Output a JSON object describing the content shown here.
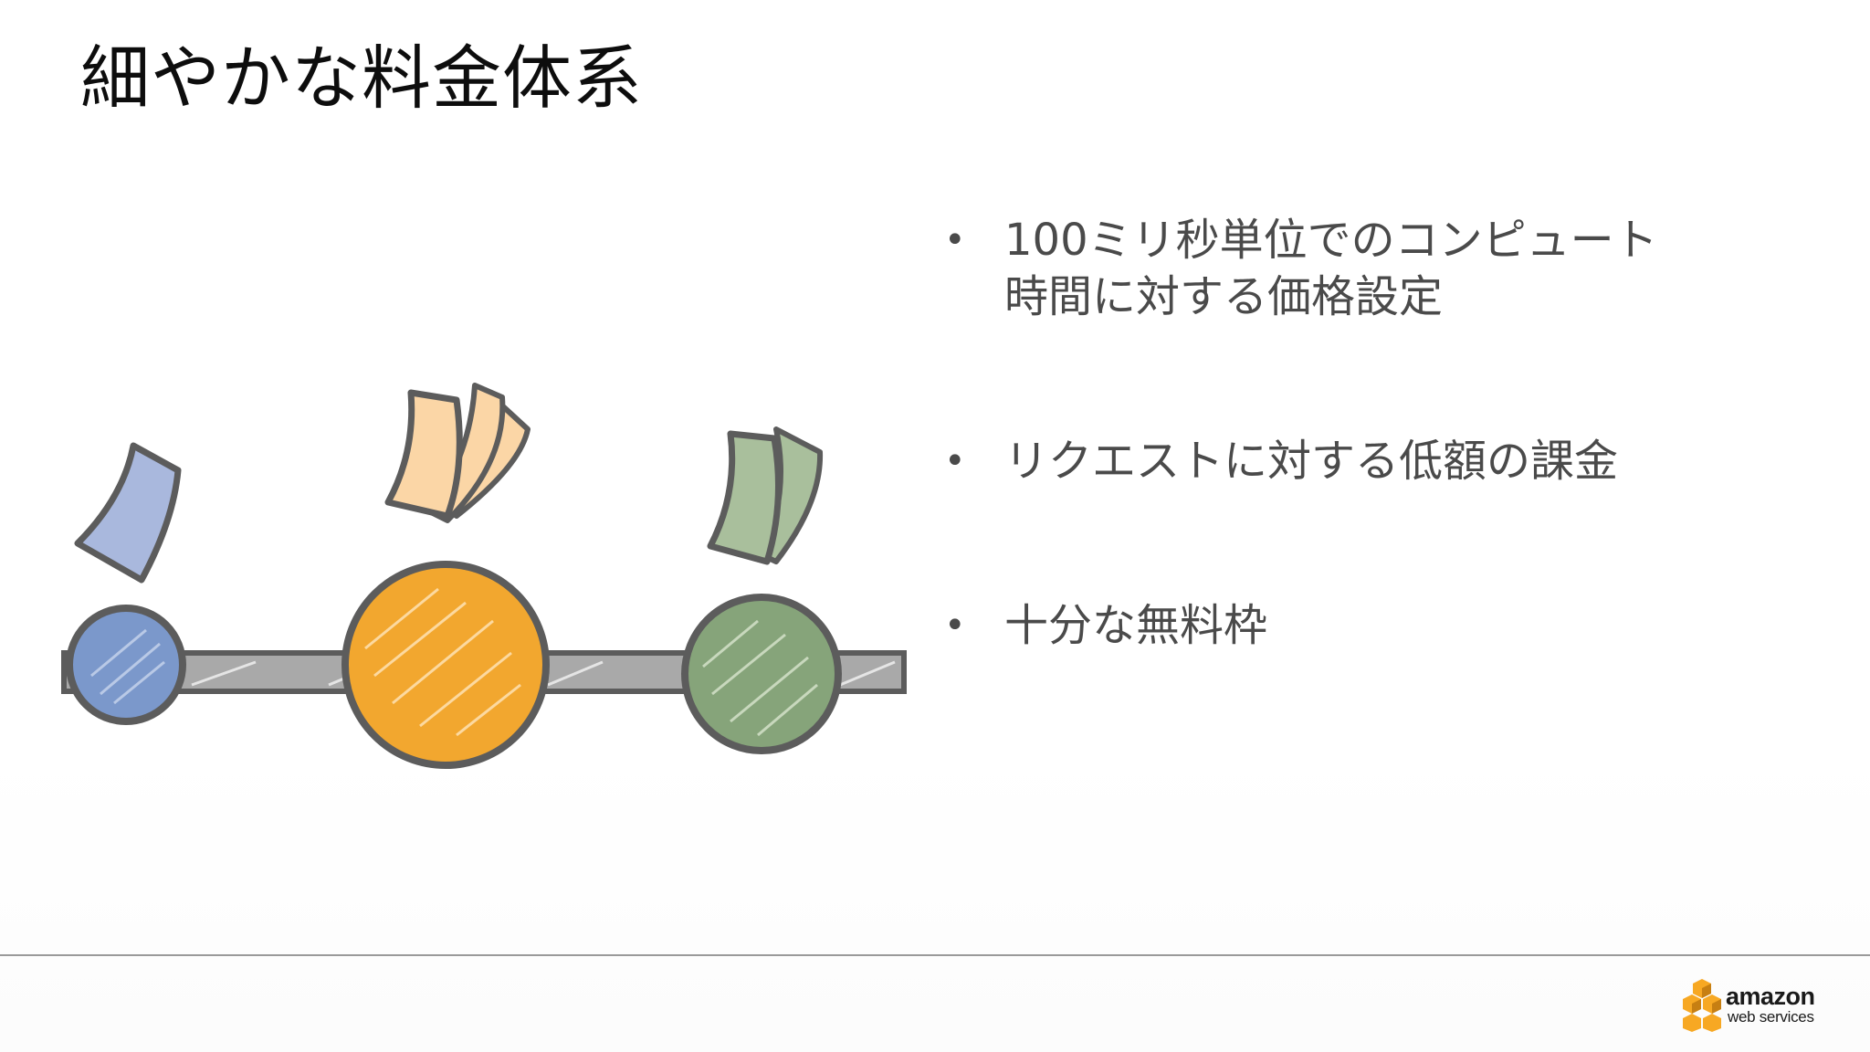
{
  "slide": {
    "title": "細やかな料金体系",
    "bullets": [
      {
        "dot": "•",
        "lines": [
          "100ミリ秒単位でのコンピュート",
          "時間に対する価格設定"
        ]
      },
      {
        "dot": "•",
        "lines": [
          "リクエストに対する低額の課金"
        ]
      },
      {
        "dot": "•",
        "lines": [
          "十分な無料枠"
        ]
      }
    ]
  },
  "illustration": {
    "colors": {
      "outline": "#5c5c5c",
      "bar": "#a9a9a9",
      "blue": "#7b98cb",
      "blue_light": "#a9b8dd",
      "orange": "#f2a72f",
      "orange_light": "#fbd6a6",
      "green": "#86a47a",
      "green_light": "#a9bf9c"
    },
    "icons": [
      "blue-bill-icon",
      "orange-bills-icon",
      "green-bills-icon"
    ]
  },
  "logo": {
    "word1": "amazon",
    "word2": "web services",
    "color": "#f7a823"
  }
}
